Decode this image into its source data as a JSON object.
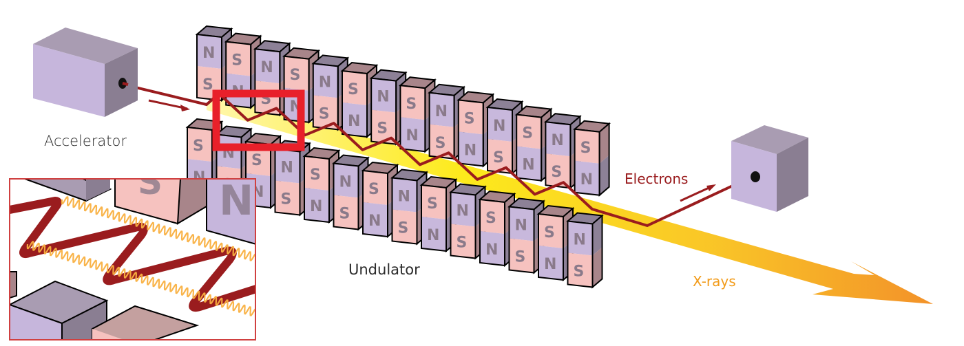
{
  "diagram": {
    "title": "Free-electron laser: accelerator, undulator and X-ray emission",
    "labels": {
      "accelerator": "Accelerator",
      "undulator": "Undulator",
      "electrons": "Electrons",
      "xrays": "X-rays"
    },
    "undulator": {
      "upper_row_top_poles": [
        "N",
        "S",
        "N",
        "S",
        "N",
        "S",
        "N",
        "S",
        "N",
        "S",
        "N",
        "S",
        "N",
        "S"
      ],
      "lower_row_top_poles": [
        "S",
        "N",
        "S",
        "N",
        "S",
        "N",
        "S",
        "N",
        "S",
        "N",
        "S",
        "N",
        "S",
        "N"
      ]
    },
    "inset": {
      "description": "magnified view of region highlighted by red box",
      "content": [
        "electron-wiggle-path",
        "x-ray-wave"
      ]
    },
    "colors": {
      "electron_beam": "#9a1c1e",
      "xray_beam_start": "#fde910",
      "xray_beam_end": "#f28c1e",
      "xray_wave": "#f9b040",
      "highlight_box": "#e8202a",
      "magnet_north": "#c8b8dc",
      "magnet_north_side": "#8d8197",
      "magnet_south": "#f6c2bf",
      "magnet_south_side": "#a8858a",
      "pole_letter": "#8a7a8a",
      "box_front": "#c6b6dc",
      "box_top": "#a99cb2",
      "box_side": "#8a7e92",
      "label_dark": "#2a2a2a",
      "label_xrays": "#f29b1a"
    }
  }
}
